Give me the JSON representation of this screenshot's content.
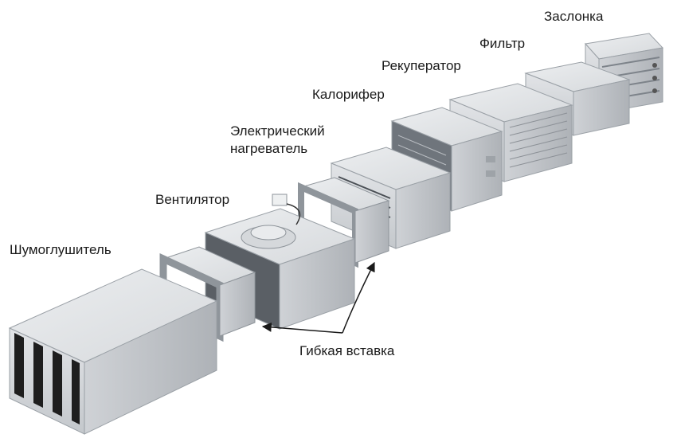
{
  "labels": {
    "damper": "Заслонка",
    "filter": "Фильтр",
    "recuperator": "Рекуператор",
    "air_heater": "Калорифер",
    "electric_heater": "Электрический\nнагреватель",
    "fan": "Вентилятор",
    "silencer": "Шумоглушитель",
    "flexible_insert": "Гибкая вставка"
  },
  "colors": {
    "metal_light": "#e4e6e8",
    "metal_mid": "#c9ccd0",
    "metal_dark": "#a9adb2",
    "baffle": "#1e1e1e",
    "text": "#1a1a1a"
  }
}
